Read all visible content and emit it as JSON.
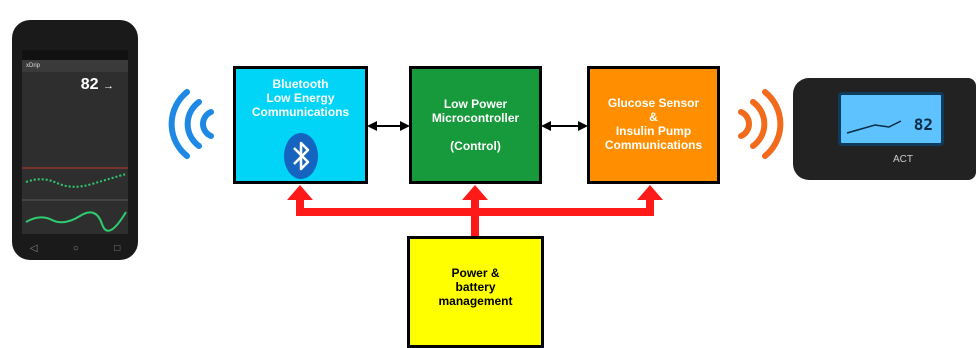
{
  "blocks": {
    "bluetooth": {
      "lines": [
        "Bluetooth",
        "Low Energy",
        "Communications"
      ],
      "icon": "bluetooth-icon"
    },
    "microcontroller": {
      "lines": [
        "Low Power",
        "Microcontroller",
        "(Control)"
      ]
    },
    "pump_comms": {
      "lines": [
        "Glucose Sensor",
        "&",
        "Insulin Pump",
        "Communications"
      ]
    },
    "power": {
      "lines": [
        "Power &",
        "battery",
        "management"
      ]
    }
  },
  "phone": {
    "reading": "82",
    "trend": "→",
    "app_title": "xDrip"
  },
  "pump": {
    "reading": "82",
    "button_label": "ACT"
  },
  "colors": {
    "bluetooth_block": "#00d4f7",
    "microcontroller_block": "#169a3b",
    "pump_block": "#ff8f00",
    "power_block": "#ffff00",
    "power_lines": "#ff1a1a",
    "left_wireless": "#1e88e5",
    "right_wireless": "#f26a1b"
  }
}
